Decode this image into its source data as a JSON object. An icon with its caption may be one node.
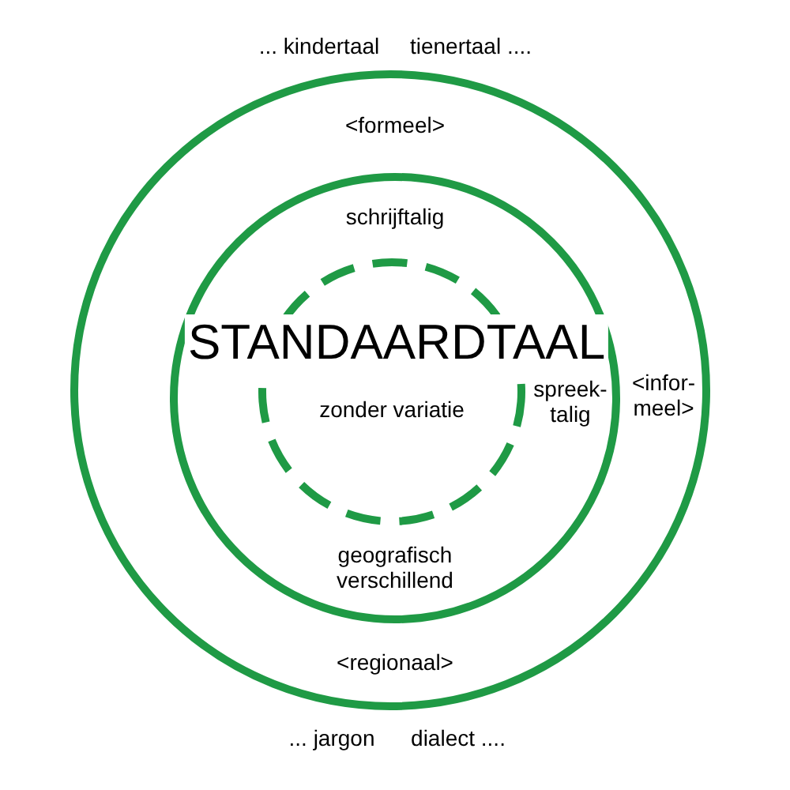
{
  "diagram": {
    "nodes": [
      {
        "text": [
          "<formeel>",
          "<infor- meel>",
          "<regionaal>"
        ]
      },
      {
        "text": [
          "schrijftalig",
          "spreek- talig",
          "geografisch verschillend"
        ],
        "in": 0
      },
      {
        "text": [
          "STANDAARDTAAL",
          "zonder variatie"
        ],
        "in": 1
      }
    ],
    "labels": [
      "... kindertaal",
      "tienertaal ....",
      "... jargon",
      "dialect ...."
    ]
  }
}
